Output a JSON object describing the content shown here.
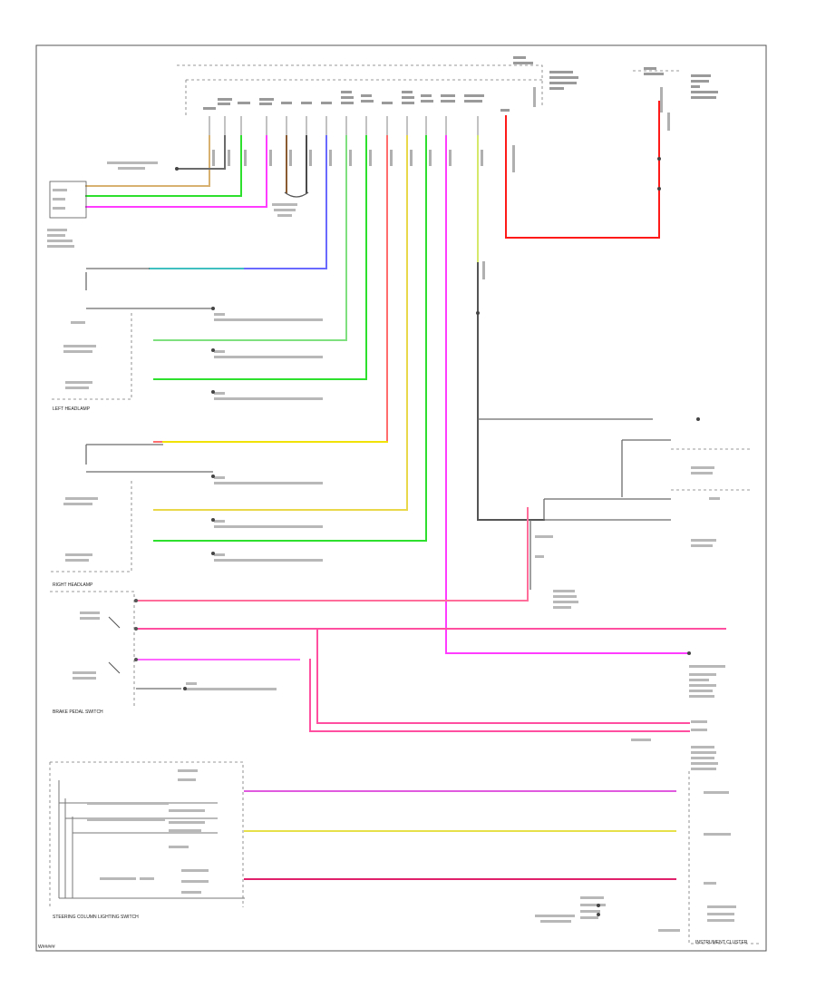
{
  "diagram": {
    "footer_code": "W#####",
    "instrument_cluster_label": "INSTRUMENT CLUSTER",
    "brake_pedal_switch_label": "BRAKE PEDAL SWITCH",
    "left_headlamp_label": "LEFT HEADLAMP",
    "right_headlamp_label": "RIGHT HEADLAMP",
    "steering_column_label": "STEERING COLUMN LIGHTING SWITCH"
  },
  "colors": {
    "red": "#ff1a1a",
    "pink": "#ff4fa0",
    "magenta": "#ff3cff",
    "yellow": "#f2e200",
    "green": "#2ee02e",
    "blue": "#6a6aff",
    "teal": "#3fbfbf",
    "tan": "#d8b070",
    "gray": "#6b6b6b"
  }
}
